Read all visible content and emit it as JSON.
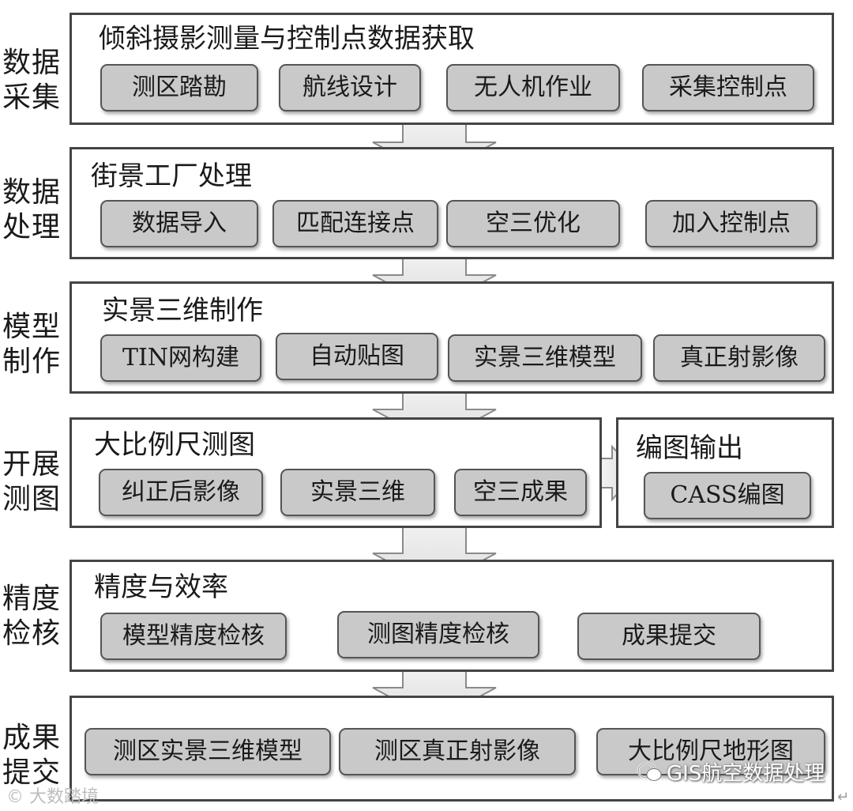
{
  "stages": [
    {
      "side_label": "数据\n采集",
      "title": "倾斜摄影测量与控制点数据获取",
      "steps": [
        "测区踏勘",
        "航线设计",
        "无人机作业",
        "采集控制点"
      ]
    },
    {
      "side_label": "数据\n处理",
      "title": "街景工厂处理",
      "steps": [
        "数据导入",
        "匹配连接点",
        "空三优化",
        "加入控制点"
      ]
    },
    {
      "side_label": "模型\n制作",
      "title": "实景三维制作",
      "steps": [
        "TIN网构建",
        "自动贴图",
        "实景三维模型",
        "真正射影像"
      ]
    },
    {
      "side_label": "开展\n测图",
      "title": "大比例尺测图",
      "steps": [
        "纠正后影像",
        "实景三维",
        "空三成果"
      ],
      "output": {
        "title": "编图输出",
        "steps": [
          "CASS编图"
        ]
      }
    },
    {
      "side_label": "精度\n检核",
      "title": "精度与效率",
      "steps": [
        "模型精度检核",
        "测图精度检核",
        "成果提交"
      ]
    },
    {
      "side_label": "成果\n提交",
      "title": "",
      "steps": [
        "测区实景三维模型",
        "测区真正射影像",
        "大比例尺地形图"
      ]
    }
  ],
  "watermark": "GIS航空数据处理",
  "source_mark": "大数踏境",
  "colors": {
    "box_border": "#444444",
    "step_fill": "#c9c9c9",
    "arrow_fill": "#f2f2f2",
    "arrow_stroke": "#8a8a8a"
  }
}
